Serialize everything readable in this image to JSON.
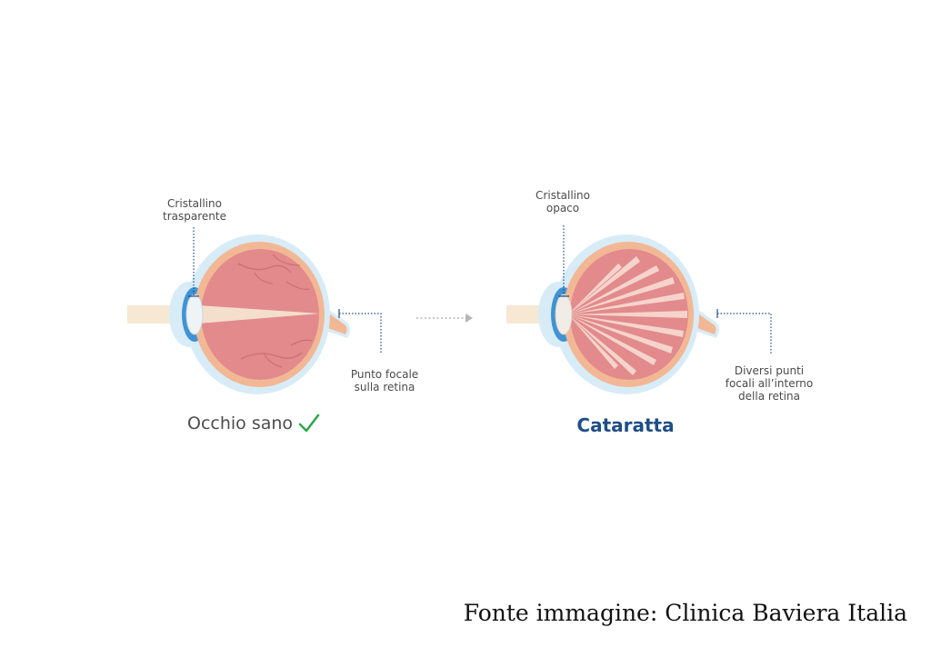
{
  "colors": {
    "accent_green": "#2fa84f",
    "title_blue": "#1f4e87",
    "eye_red": "#e28a8c",
    "sclera_orange": "#f2b895",
    "outer_blue": "#d8ecf7",
    "iris_blue": "#3f93d4",
    "light_beam": "#f6e8d3"
  },
  "healthy": {
    "lens_label": [
      "Cristallino",
      "trasparente"
    ],
    "focal_label": [
      "Punto focale",
      "sulla retina"
    ],
    "title": "Occhio sano",
    "check_icon": "checkmark-icon"
  },
  "cataract": {
    "lens_label": [
      "Cristallino",
      "opaco"
    ],
    "focal_label": [
      "Diversi punti",
      "focali all’interno",
      "della retina"
    ],
    "title": "Cataratta"
  },
  "transition_icon": "dotted-arrow-icon",
  "credit": "Fonte immagine: Clinica Baviera Italia"
}
